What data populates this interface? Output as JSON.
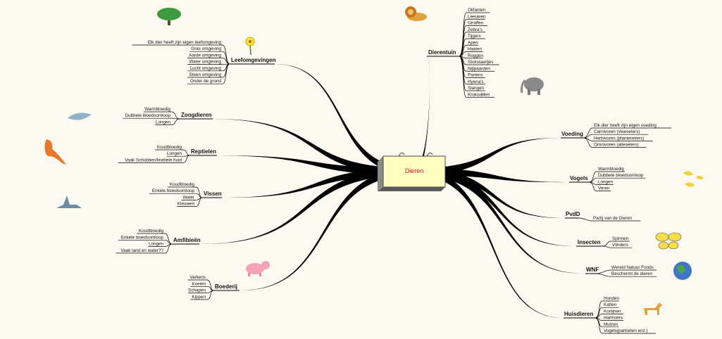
{
  "root": {
    "label": "Dieren"
  },
  "branches": {
    "leefomgevingen": {
      "label": "Leefomgevingen",
      "items": [
        "Elk dier heeft zijn eigen leefomgeving",
        "Gras omgeving",
        "Aarde omgeving",
        "Water omgeving",
        "Lucht omgeving",
        "Steen omgeving",
        "Onder de grond"
      ]
    },
    "zoogdieren": {
      "label": "Zoogdieren",
      "items": [
        "Warmbloedig",
        "Dubbele bloedsomloop",
        "Longen"
      ]
    },
    "reptielen": {
      "label": "Reptielen",
      "items": [
        "Koudbloedig",
        "Longen",
        "Vaak Schubben/lexibele huid"
      ]
    },
    "vissen": {
      "label": "Vissen",
      "items": [
        "Koudbloedig",
        "Enkele bloedsomloop",
        "Water",
        "Kieuwen"
      ]
    },
    "amfibieen": {
      "label": "Amfibieën",
      "items": [
        "Koudbloedig",
        "Enkele bloedsomloop",
        "Longen",
        "Vaak land en water??"
      ]
    },
    "boederij": {
      "label": "Boederij",
      "items": [
        "Varkens",
        "Koeien",
        "Schapen",
        "Kippen"
      ]
    },
    "dierentuin": {
      "label": "Dierentuin",
      "items": [
        "Olifanten",
        "Leeuwen",
        "Giraffen",
        "Zebra's",
        "Tijgers",
        "Apen",
        "Haaien",
        "Roggen",
        "Stokstaartjes",
        "Nijlpaarden",
        "Panters",
        "Hyena's",
        "Slangen",
        "Krokodillen"
      ]
    },
    "voeding": {
      "label": "Voeding",
      "items": [
        "Elk dier heeft zijn eigen voeding",
        "Carnivoren (vleeseters)",
        "Herbivoren (planteneters)",
        "Omnivoren (alleseters)"
      ]
    },
    "vogels": {
      "label": "Vogels",
      "items": [
        "Warmbloedig",
        "Dubbele bloedsomloop",
        "Longen",
        "Veren"
      ]
    },
    "pvdd": {
      "label": "PvdD",
      "items": [
        "Partij van de Dieren"
      ]
    },
    "insecten": {
      "label": "Insecten",
      "items": [
        "Spinnen",
        "Vlinders"
      ]
    },
    "wnf": {
      "label": "WNF",
      "items": [
        "Wereld Natuur Fonds",
        "Beschermt de dieren"
      ]
    },
    "huisdieren": {
      "label": "Huisdieren",
      "items": [
        "Honden",
        "Katten",
        "Konijnen",
        "Hamsters",
        "Muizen",
        "Vogels(parkieten enz.)"
      ]
    }
  },
  "clipart": [
    "tree-icon",
    "flower-icon",
    "dolphin-icon",
    "dinosaur-icon",
    "shark-icon",
    "pig-icon",
    "lion-icon",
    "elephant-icon",
    "birds-icon",
    "butterfly-icon",
    "globe-icon",
    "horse-icon"
  ],
  "colors": {
    "background": "#fcfaf0",
    "root_fill": "#ffffc0",
    "root_text": "#e0102a",
    "connector": "#000000"
  }
}
